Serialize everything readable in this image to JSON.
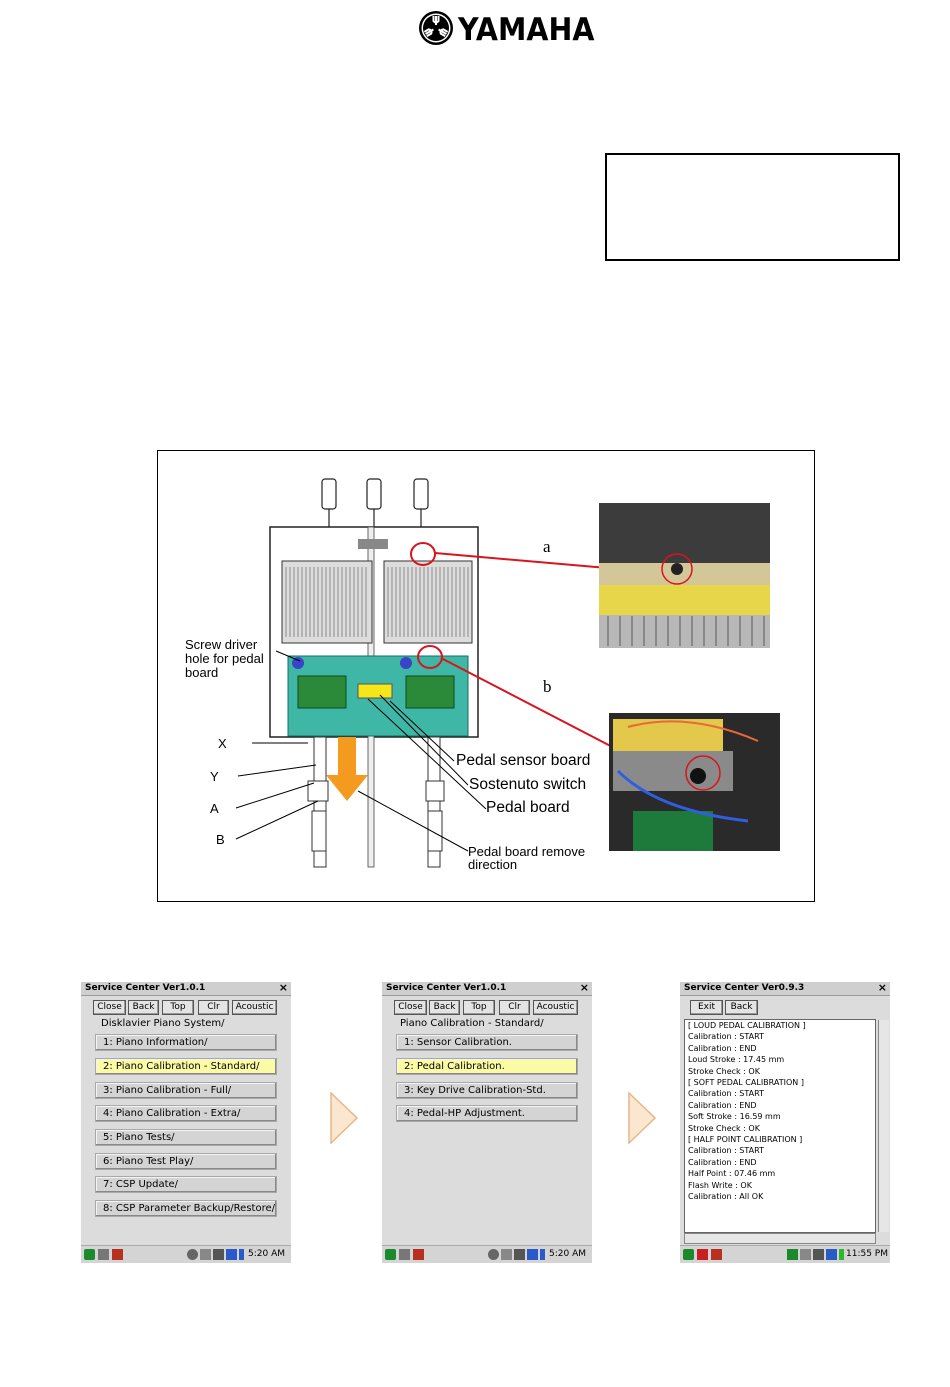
{
  "brand": {
    "name": "YAMAHA"
  },
  "figure": {
    "callout_a": "a",
    "callout_b": "b",
    "screwdriver_label": [
      "Screw driver",
      "hole for pedal",
      "board"
    ],
    "letters": [
      "X",
      "Y",
      "A",
      "B"
    ],
    "pedal_sensor_board": "Pedal sensor board",
    "sostenuto_switch": "Sostenuto switch",
    "pedal_board": "Pedal board",
    "remove_direction": [
      "Pedal board remove",
      "direction"
    ]
  },
  "screens": [
    {
      "title": "Service Center Ver1.0.1",
      "close": "×",
      "toolbar": [
        "Close",
        "Back",
        "Top",
        "Clr",
        "Acoustic"
      ],
      "path": "Disklavier Piano System/",
      "items": [
        "1: Piano Information/",
        "2: Piano Calibration - Standard/",
        "3: Piano Calibration - Full/",
        "4: Piano Calibration - Extra/",
        "5: Piano Tests/",
        "6: Piano Test Play/",
        "7: CSP Update/",
        "8: CSP Parameter Backup/Restore/"
      ],
      "selected_index": 1,
      "clock": "5:20 AM"
    },
    {
      "title": "Service Center Ver1.0.1",
      "close": "×",
      "toolbar": [
        "Close",
        "Back",
        "Top",
        "Clr",
        "Acoustic"
      ],
      "path": "Piano Calibration - Standard/",
      "items": [
        "1: Sensor Calibration.",
        "2: Pedal Calibration.",
        "3: Key Drive Calibration-Std.",
        "4: Pedal-HP Adjustment."
      ],
      "selected_index": 1,
      "clock": "5:20 AM"
    },
    {
      "title": "Service Center Ver0.9.3",
      "close": "×",
      "toolbar": [
        "Exit",
        "Back"
      ],
      "log": [
        "[ LOUD PEDAL CALIBRATION ]",
        "Calibration  : START",
        "Calibration  : END",
        "Loud Stroke  : 17.45 mm",
        "Stroke Check : OK",
        "[ SOFT PEDAL CALIBRATION ]",
        "Calibration  : START",
        "Calibration  : END",
        "Soft Stroke  : 16.59 mm",
        "Stroke Check : OK",
        "[ HALF POINT CALIBRATION ]",
        "Calibration  : START",
        "Calibration  : END",
        "Half Point   : 07.46 mm",
        "Flash Write  : OK",
        "Calibration  : All OK"
      ],
      "clock": "11:55 PM"
    }
  ]
}
